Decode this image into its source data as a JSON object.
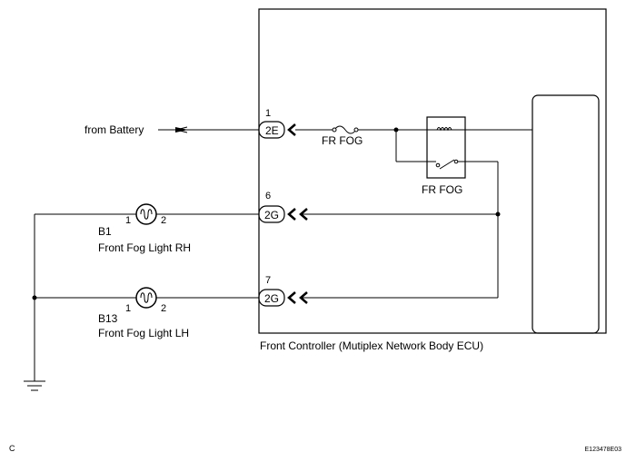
{
  "diagram": {
    "ecu_label": "Front Controller (Mutiplex Network Body ECU)",
    "battery_label": "from Battery",
    "fuse_label": "FR FOG",
    "relay_label": "FR FOG",
    "connectors": [
      {
        "pin": "1",
        "code": "2E"
      },
      {
        "pin": "6",
        "code": "2G"
      },
      {
        "pin": "7",
        "code": "2G"
      }
    ],
    "lights": [
      {
        "id": "B1",
        "name": "Front Fog Light RH",
        "pin_left": "1",
        "pin_right": "2"
      },
      {
        "id": "B13",
        "name": "Front Fog Light LH",
        "pin_left": "1",
        "pin_right": "2"
      }
    ],
    "corner_left": "C",
    "corner_right": "E123478E03"
  }
}
